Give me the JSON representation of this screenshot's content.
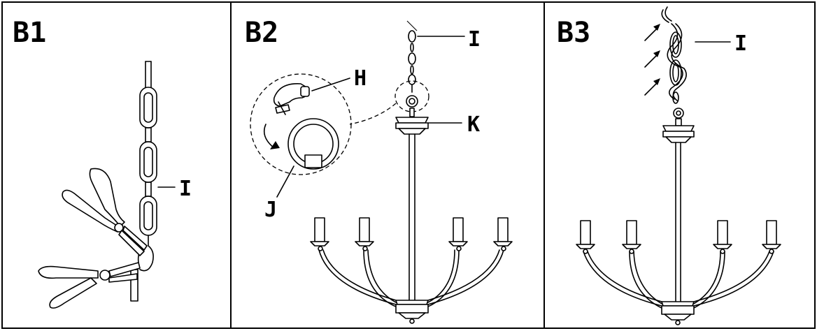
{
  "panels": [
    {
      "id": "B1",
      "title": "B1",
      "callouts": {
        "chain": "I"
      }
    },
    {
      "id": "B2",
      "title": "B2",
      "callouts": {
        "chain": "I",
        "hook": "H",
        "canopy": "K",
        "loop": "J"
      }
    },
    {
      "id": "B3",
      "title": "B3",
      "callouts": {
        "chain": "I"
      }
    }
  ]
}
